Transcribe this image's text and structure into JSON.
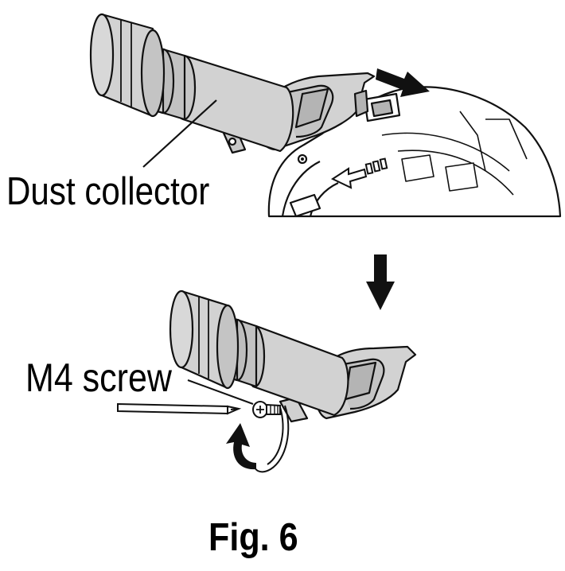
{
  "labels": {
    "dust_collector": "Dust collector",
    "m4_screw": "M4 screw"
  },
  "caption": "Fig. 6",
  "colors": {
    "part_fill": "#d2d2d2",
    "part_shade": "#b4b4b4",
    "line": "#111111",
    "arrow": "#111111"
  },
  "icons": {
    "slide_arrow": "arrow-right-down-icon",
    "down_arrow": "arrow-down-icon",
    "rotate_arrow": "rotate-arrow-icon",
    "release_mark": "arrow-left-icon"
  }
}
